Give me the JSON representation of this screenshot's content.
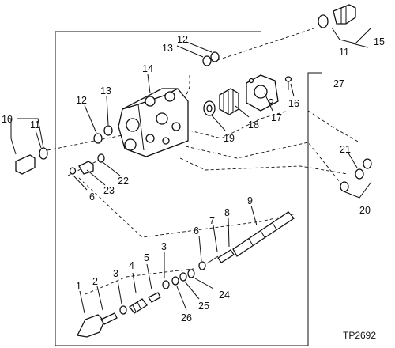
{
  "figure_code": "TP2692",
  "callouts": [
    "1",
    "2",
    "3",
    "4",
    "5",
    "3",
    "6",
    "7",
    "8",
    "9",
    "10",
    "11",
    "12",
    "13",
    "14",
    "12",
    "13",
    "11",
    "15",
    "16",
    "17",
    "18",
    "19",
    "20",
    "21",
    "22",
    "23",
    "6",
    "24",
    "25",
    "26",
    "27"
  ]
}
